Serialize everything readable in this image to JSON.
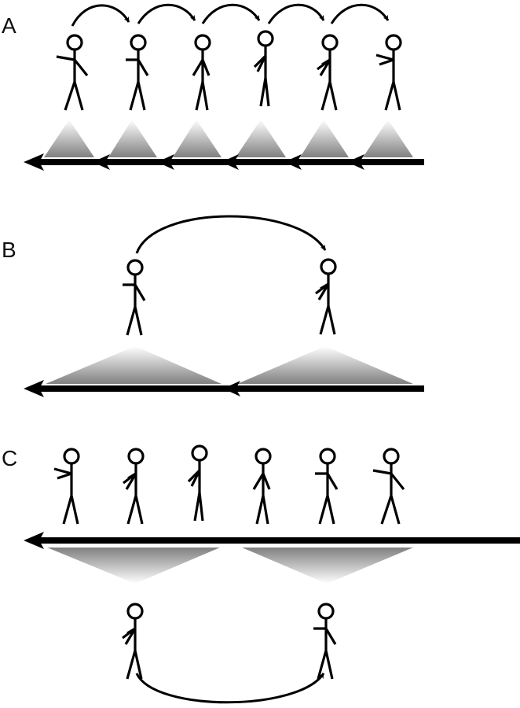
{
  "panels": [
    {
      "id": "A",
      "label": "A"
    },
    {
      "id": "B",
      "label": "B"
    },
    {
      "id": "C",
      "label": "C"
    }
  ],
  "colors": {
    "stroke": "#000000",
    "background": "#ffffff",
    "gradient_dark": "#8a8a8a",
    "gradient_light": "#ffffff"
  }
}
